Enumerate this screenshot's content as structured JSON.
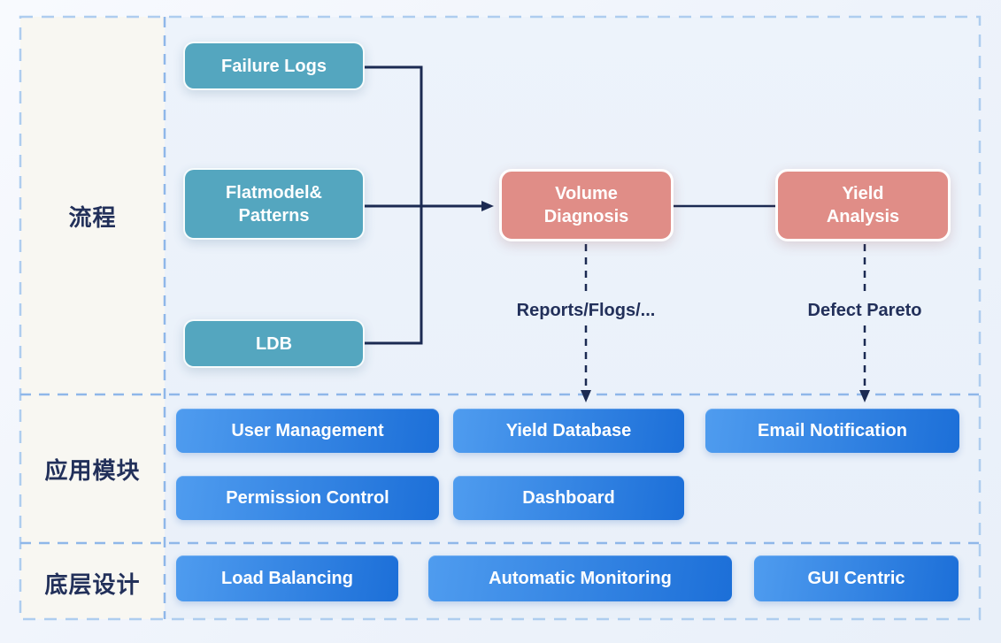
{
  "diagram": {
    "rows": [
      {
        "id": "process",
        "label": "流程"
      },
      {
        "id": "modules",
        "label": "应用模块"
      },
      {
        "id": "foundation",
        "label": "底层设计"
      }
    ],
    "process": {
      "inputs": [
        {
          "label": "Failure Logs"
        },
        {
          "label": "Flatmodel&\nPatterns"
        },
        {
          "label": "LDB"
        }
      ],
      "stages": [
        {
          "label": "Volume\nDiagnosis",
          "output": "Reports/Flogs/..."
        },
        {
          "label": "Yield\nAnalysis",
          "output": "Defect Pareto"
        }
      ]
    },
    "modules": {
      "items": [
        {
          "label": "User Management"
        },
        {
          "label": "Yield Database"
        },
        {
          "label": "Email Notification"
        },
        {
          "label": "Permission Control"
        },
        {
          "label": "Dashboard"
        }
      ]
    },
    "foundation": {
      "items": [
        {
          "label": "Load Balancing"
        },
        {
          "label": "Automatic Monitoring"
        },
        {
          "label": "GUI Centric"
        }
      ]
    },
    "colors": {
      "input_box": "#54A6BF",
      "stage_box": "#E08D87",
      "module_gradient_start": "#4F9CEF",
      "module_gradient_end": "#1C6FD8",
      "connector": "#1B2A52",
      "frame_dash": "#AECDEF",
      "divider_dash": "#8FB7E9",
      "label_navy": "#22305A",
      "left_col_bg": "#F8F7F2"
    }
  }
}
